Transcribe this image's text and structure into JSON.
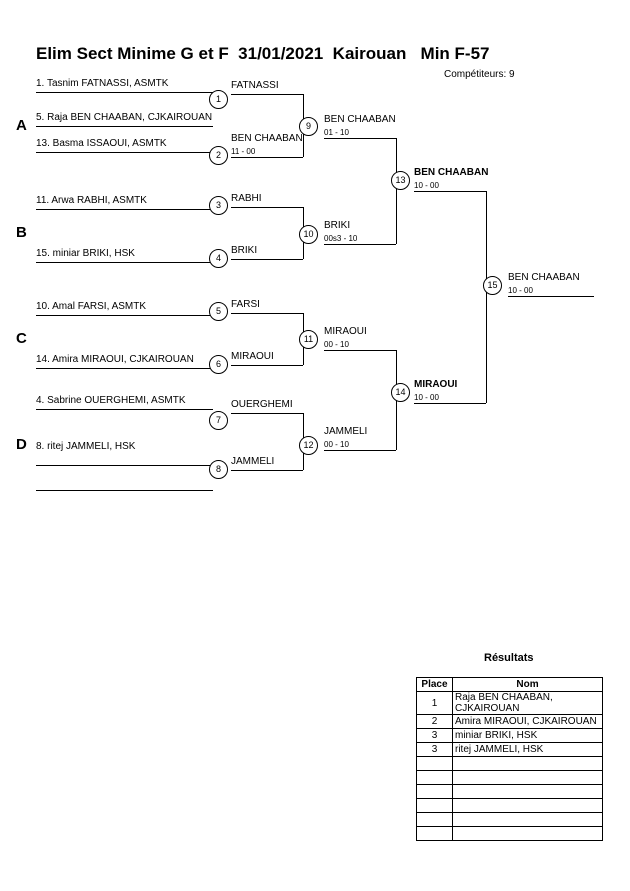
{
  "header": {
    "title": "Elim Sect Minime G et F  31/01/2021  Kairouan   Min F-57",
    "competitors": "Compétiteurs: 9"
  },
  "groups": [
    {
      "letter": "A"
    },
    {
      "letter": "B"
    },
    {
      "letter": "C"
    },
    {
      "letter": "D"
    }
  ],
  "entrants": [
    {
      "text": "1. Tasnim FATNASSI, ASMTK"
    },
    {
      "text": "5. Raja BEN CHAABAN, CJKAIROUAN"
    },
    {
      "text": "13. Basma ISSAOUI, ASMTK"
    },
    {
      "text": "11. Arwa RABHI, ASMTK"
    },
    {
      "text": "15. miniar BRIKI, HSK"
    },
    {
      "text": "10. Amal FARSI, ASMTK"
    },
    {
      "text": "14. Amira MIRAOUI, CJKAIROUAN"
    },
    {
      "text": "4. Sabrine OUERGHEMI, ASMTK"
    },
    {
      "text": "8. ritej JAMMELI, HSK"
    }
  ],
  "bouts": [
    {
      "number": "1",
      "winner": "FATNASSI",
      "score": ""
    },
    {
      "number": "2",
      "winner": "BEN CHAABAN",
      "score": "11 - 00"
    },
    {
      "number": "3",
      "winner": "RABHI",
      "score": ""
    },
    {
      "number": "4",
      "winner": "BRIKI",
      "score": ""
    },
    {
      "number": "5",
      "winner": "FARSI",
      "score": ""
    },
    {
      "number": "6",
      "winner": "MIRAOUI",
      "score": ""
    },
    {
      "number": "7",
      "winner": "OUERGHEMI",
      "score": ""
    },
    {
      "number": "8",
      "winner": "JAMMELI",
      "score": ""
    },
    {
      "number": "9",
      "winner": "BEN CHAABAN",
      "score": "01 - 10"
    },
    {
      "number": "10",
      "winner": "BRIKI",
      "score": "00s3 - 10"
    },
    {
      "number": "11",
      "winner": "MIRAOUI",
      "score": "00 - 10"
    },
    {
      "number": "12",
      "winner": "JAMMELI",
      "score": "00 - 10"
    },
    {
      "number": "13",
      "winner": "BEN CHAABAN",
      "score": "10 - 00"
    },
    {
      "number": "14",
      "winner": "MIRAOUI",
      "score": "10 - 00"
    },
    {
      "number": "15",
      "winner": "BEN CHAABAN",
      "score": "10 - 00"
    }
  ],
  "results": {
    "title": "Résultats",
    "columns": [
      "Place",
      "Nom"
    ],
    "rows": [
      {
        "place": "1",
        "name": "Raja BEN CHAABAN, CJKAIROUAN"
      },
      {
        "place": "2",
        "name": "Amira MIRAOUI, CJKAIROUAN"
      },
      {
        "place": "3",
        "name": "miniar BRIKI, HSK"
      },
      {
        "place": "3",
        "name": "ritej JAMMELI, HSK"
      },
      {
        "place": "",
        "name": ""
      },
      {
        "place": "",
        "name": ""
      },
      {
        "place": "",
        "name": ""
      },
      {
        "place": "",
        "name": ""
      },
      {
        "place": "",
        "name": ""
      },
      {
        "place": "",
        "name": ""
      }
    ]
  }
}
